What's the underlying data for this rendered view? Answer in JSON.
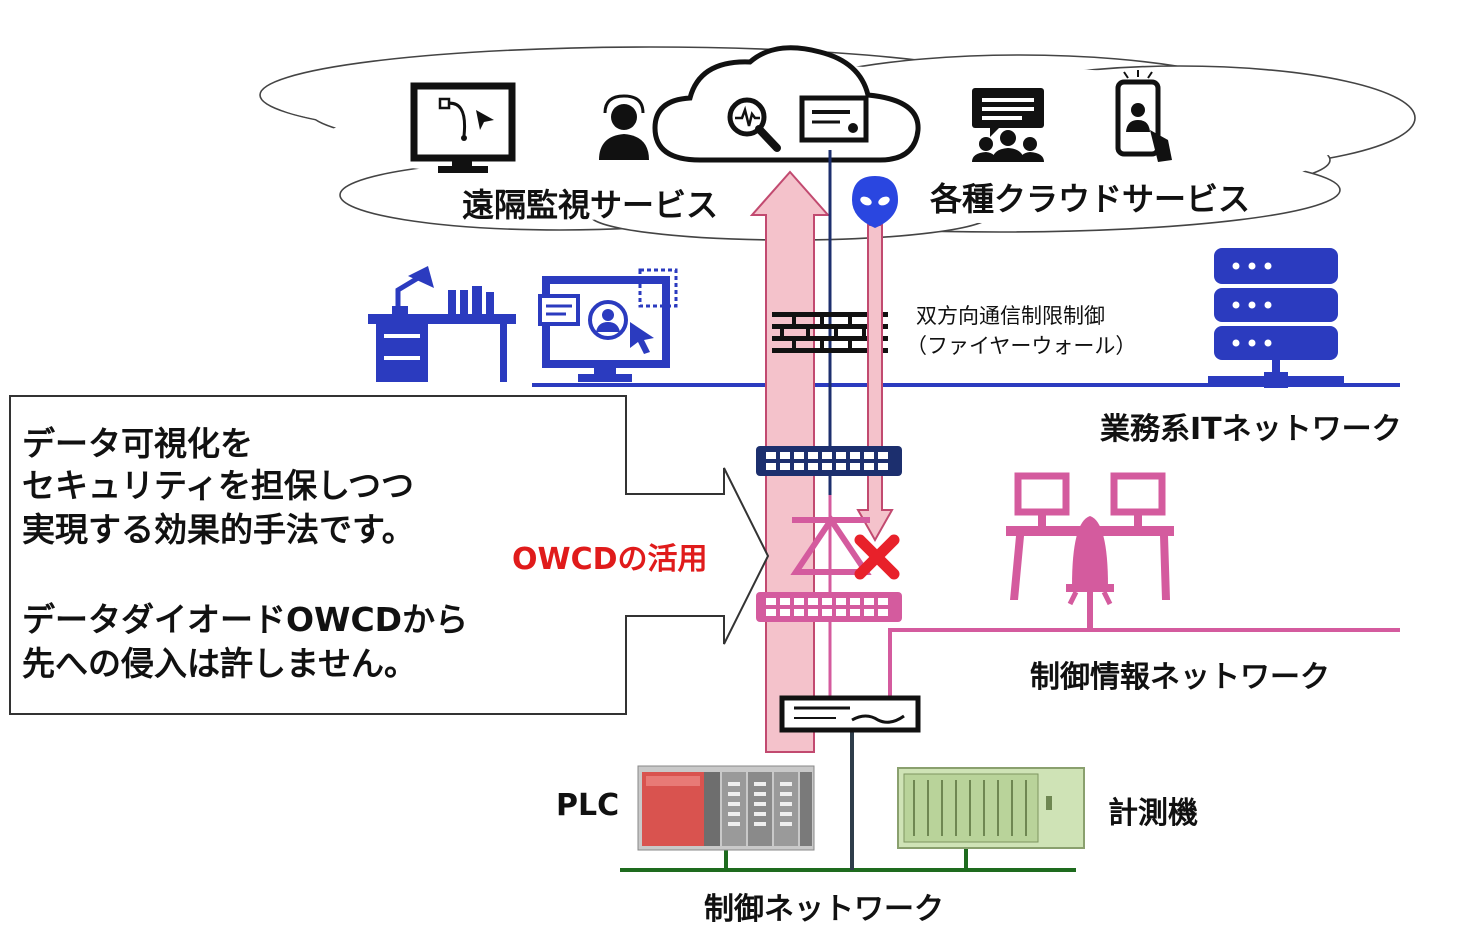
{
  "labels": {
    "remote_monitoring": "遠隔監視サービス",
    "cloud_services": "各種クラウドサービス",
    "firewall_line1": "双方向通信制限制御",
    "firewall_line2": "（ファイヤーウォール）",
    "it_network": "業務系ITネットワーク",
    "owcd_usage": "OWCDの活用",
    "control_info_network": "制御情報ネットワーク",
    "plc": "PLC",
    "instrument": "計測機",
    "control_network": "制御ネットワーク"
  },
  "callout": {
    "lines": [
      "データ可視化を",
      "セキュリティを担保しつつ",
      "実現する効果的手法です。",
      "",
      "データダイオードOWCDから",
      "先への侵入は許しません。"
    ]
  },
  "colors": {
    "it_blue": "#2b3bbf",
    "navy": "#1c2f6e",
    "pink": "#d45b9e",
    "light_pink": "#f4c2cb",
    "red_text": "#e01b1b",
    "cross_red": "#e8212a",
    "green_line": "#1e6b1e",
    "dark_line": "#2e3d4a",
    "alien_blue": "#2a46e0"
  },
  "icons": [
    "cloud-icon",
    "monitor-curve-icon",
    "operator-headset-icon",
    "magnify-waveform-icon",
    "certificate-icon",
    "chat-group-icon",
    "smartphone-user-icon",
    "alien-attacker-icon",
    "desk-lamp-icon",
    "remote-desktop-icon",
    "server-rack-icon",
    "firewall-brick-icon",
    "network-switch-icon",
    "data-diode-icon",
    "blocked-cross-icon",
    "workstation-chair-icon",
    "router-device-icon",
    "plc-unit-icon",
    "instrument-cabinet-icon"
  ]
}
